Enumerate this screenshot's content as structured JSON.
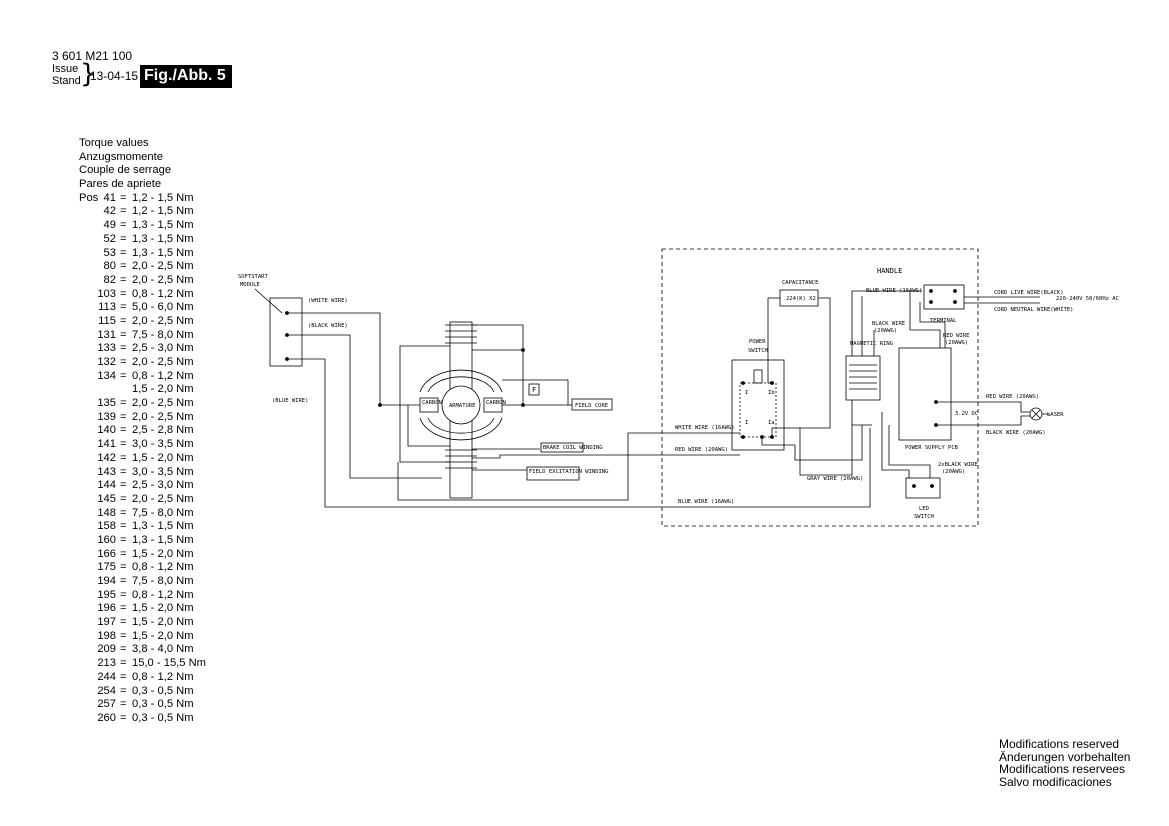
{
  "header": {
    "part_number": "3 601 M21 100",
    "issue_label": "Issue",
    "stand_label": "Stand",
    "issue_date": "13-04-15",
    "figure_label": "Fig./Abb. 5"
  },
  "torque": {
    "titles": [
      "Torque values",
      "Anzugsmomente",
      "Couple de serrage",
      "Pares de apriete"
    ],
    "pos_label": "Pos",
    "rows": [
      {
        "pos": "41",
        "eq": "=",
        "val": "1,2 - 1,5 Nm"
      },
      {
        "pos": "42",
        "eq": "=",
        "val": "1,2 - 1,5 Nm"
      },
      {
        "pos": "49",
        "eq": "=",
        "val": "1,3 - 1,5 Nm"
      },
      {
        "pos": "52",
        "eq": "=",
        "val": "1,3 - 1,5 Nm"
      },
      {
        "pos": "53",
        "eq": "=",
        "val": "1,3 - 1,5 Nm"
      },
      {
        "pos": "80",
        "eq": "=",
        "val": "2,0 - 2,5 Nm"
      },
      {
        "pos": "82",
        "eq": "=",
        "val": "2,0 - 2,5 Nm"
      },
      {
        "pos": "103",
        "eq": "=",
        "val": "0,8 - 1,2 Nm"
      },
      {
        "pos": "113",
        "eq": "=",
        "val": "5,0 - 6,0 Nm"
      },
      {
        "pos": "115",
        "eq": "=",
        "val": "2,0 - 2,5 Nm"
      },
      {
        "pos": "131",
        "eq": "=",
        "val": "7,5 - 8,0 Nm"
      },
      {
        "pos": "133",
        "eq": "=",
        "val": "2,5 - 3,0 Nm"
      },
      {
        "pos": "132",
        "eq": "=",
        "val": "2,0 - 2,5 Nm"
      },
      {
        "pos": "134",
        "eq": "=",
        "val": "0,8 - 1,2 Nm"
      },
      {
        "pos": "",
        "eq": "",
        "val": "1,5 - 2,0 Nm"
      },
      {
        "pos": "135",
        "eq": "=",
        "val": "2,0 - 2,5 Nm"
      },
      {
        "pos": "139",
        "eq": "=",
        "val": "2,0 - 2,5 Nm"
      },
      {
        "pos": "140",
        "eq": "=",
        "val": "2,5 - 2,8 Nm"
      },
      {
        "pos": "141",
        "eq": "=",
        "val": "3,0 - 3,5 Nm"
      },
      {
        "pos": "142",
        "eq": "=",
        "val": "1,5 - 2,0 Nm"
      },
      {
        "pos": "143",
        "eq": "=",
        "val": "3,0 - 3,5 Nm"
      },
      {
        "pos": "144",
        "eq": "=",
        "val": "2,5 - 3,0 Nm"
      },
      {
        "pos": "145",
        "eq": "=",
        "val": "2,0 - 2,5 Nm"
      },
      {
        "pos": "148",
        "eq": "=",
        "val": "7,5 - 8,0 Nm"
      },
      {
        "pos": "158",
        "eq": "=",
        "val": "1,3 - 1,5 Nm"
      },
      {
        "pos": "160",
        "eq": "=",
        "val": "1,3 - 1,5 Nm"
      },
      {
        "pos": "166",
        "eq": "=",
        "val": "1,5 - 2,0 Nm"
      },
      {
        "pos": "175",
        "eq": "=",
        "val": "0,8 - 1,2 Nm"
      },
      {
        "pos": "194",
        "eq": "=",
        "val": "7,5 - 8,0 Nm"
      },
      {
        "pos": "195",
        "eq": "=",
        "val": "0,8 - 1,2 Nm"
      },
      {
        "pos": "196",
        "eq": "=",
        "val": "1,5 - 2,0 Nm"
      },
      {
        "pos": "197",
        "eq": "=",
        "val": "1,5 - 2,0 Nm"
      },
      {
        "pos": "198",
        "eq": "=",
        "val": "1,5 - 2,0 Nm"
      },
      {
        "pos": "209",
        "eq": "=",
        "val": "3,8 - 4,0 Nm"
      },
      {
        "pos": "213",
        "eq": "=",
        "val": "15,0 - 15,5 Nm"
      },
      {
        "pos": "244",
        "eq": "=",
        "val": "0,8 - 1,2 Nm"
      },
      {
        "pos": "254",
        "eq": "=",
        "val": "0,3 - 0,5 Nm"
      },
      {
        "pos": "257",
        "eq": "=",
        "val": "0,3 - 0,5 Nm"
      },
      {
        "pos": "260",
        "eq": "=",
        "val": "0,3 - 0,5 Nm"
      }
    ]
  },
  "diagram": {
    "softstart_1": "SOFTSTART",
    "softstart_2": "MODULE",
    "white_wire": "(WHITE WIRE)",
    "black_wire": "(BLACK WIRE)",
    "blue_wire": "(BLUE WIRE)",
    "armature": "ARMATURE",
    "carbon": "CARBON",
    "f_label": "F",
    "field_core": "FIELD CORE",
    "brake_coil": "BRAKE COIL WINDING",
    "field_excitation": "FIELD EXCITATION WINDING",
    "handle": "HANDLE",
    "capacitance": "CAPACITANCE",
    "capacitance_val": "224(K) X2",
    "power_switch_1": "POWER",
    "power_switch_2": "SWITCH",
    "white_wire_16": "WHITE WIRE (16AWG)",
    "red_wire_20a": "RED WIRE (20AWG)",
    "blue_wire_16a": "BLUE WIRE (16AWG)",
    "blue_wire_16b": "BLUE WIRE (16AWG)",
    "gray_wire": "GRAY WIRE (20AWG)",
    "black_wire_20a": "BLACK WIRE",
    "black_wire_20a2": "(20AWG)",
    "magnetic_ring": "MAGNETIC RING",
    "terminal": "TERMINAL",
    "red_wire_20b": "RED WIRE",
    "red_wire_20b2": "(20AWG)",
    "cord_live": "CORD LIVE WIRE(BLACK)",
    "cord_neutral": "CORD NEUTRAL WIRE(WHITE)",
    "mains": "220-240V 50/60Hz AC",
    "red_wire_laser": "RED WIRE (20AWG)",
    "black_wire_laser": "BLACK WIRE (20AWG)",
    "laser": "LASER",
    "volt": "3.2V DC",
    "power_supply": "POWER SUPPLY PCB",
    "black2_1": "2xBLACK WIRE",
    "black2_2": "(20AWG)",
    "led_1": "LED",
    "led_2": "SWITCH",
    "sw_i": "I",
    "sw_ib": "Ib",
    "sw_ia": "Ia"
  },
  "footer": {
    "lines": [
      "Modifications reserved",
      "Änderungen vorbehalten",
      "Modifications reservees",
      "Salvo modificaciones"
    ]
  }
}
